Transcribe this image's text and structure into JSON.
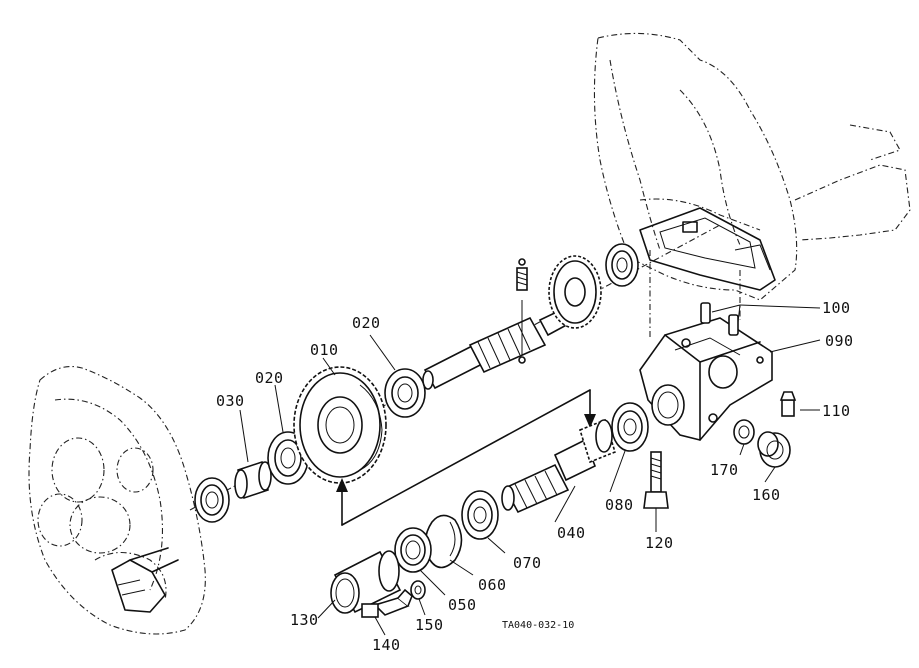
{
  "parts": [
    {
      "id": "p010",
      "label": "010"
    },
    {
      "id": "p020a",
      "label": "020"
    },
    {
      "id": "p020b",
      "label": "020"
    },
    {
      "id": "p030",
      "label": "030"
    },
    {
      "id": "p040",
      "label": "040"
    },
    {
      "id": "p050",
      "label": "050"
    },
    {
      "id": "p060",
      "label": "060"
    },
    {
      "id": "p070",
      "label": "070"
    },
    {
      "id": "p080",
      "label": "080"
    },
    {
      "id": "p090",
      "label": "090"
    },
    {
      "id": "p100",
      "label": "100"
    },
    {
      "id": "p110",
      "label": "110"
    },
    {
      "id": "p120",
      "label": "120"
    },
    {
      "id": "p130",
      "label": "130"
    },
    {
      "id": "p140",
      "label": "140"
    },
    {
      "id": "p150",
      "label": "150"
    },
    {
      "id": "p160",
      "label": "160"
    },
    {
      "id": "p170",
      "label": "170"
    }
  ],
  "reference_code": "TA040-032-10"
}
